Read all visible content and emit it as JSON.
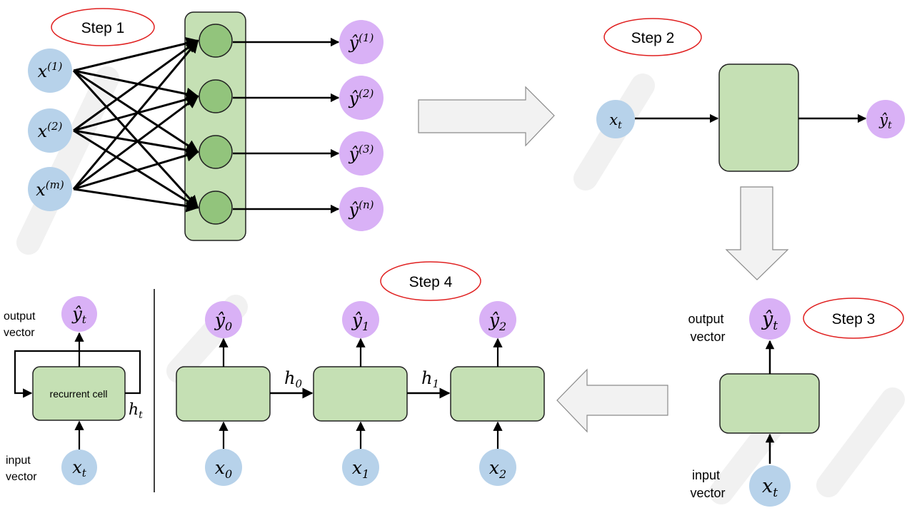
{
  "steps": {
    "step1": "Step 1",
    "step2": "Step 2",
    "step3": "Step 3",
    "step4": "Step 4"
  },
  "step1": {
    "inputs": [
      {
        "base": "x",
        "sup": "(1)"
      },
      {
        "base": "x",
        "sup": "(2)"
      },
      {
        "base": "x",
        "sup": "(m)"
      }
    ],
    "outputs": [
      {
        "base": "ŷ",
        "sup": "(1)"
      },
      {
        "base": "ŷ",
        "sup": "(2)"
      },
      {
        "base": "ŷ",
        "sup": "(3)"
      },
      {
        "base": "ŷ",
        "sup": "(n)"
      }
    ]
  },
  "step2": {
    "input": {
      "base": "x",
      "sub": "t"
    },
    "output": {
      "base": "ŷ",
      "sub": "t"
    }
  },
  "step3": {
    "output_label": [
      "output",
      "vector"
    ],
    "input_label": [
      "input",
      "vector"
    ],
    "output": {
      "base": "ŷ",
      "sub": "t"
    },
    "input": {
      "base": "x",
      "sub": "t"
    }
  },
  "step4": {
    "output_label": [
      "output",
      "vector"
    ],
    "input_label": [
      "input",
      "vector"
    ],
    "cell_label": "recurrent cell",
    "rolled": {
      "output": {
        "base": "ŷ",
        "sub": "t"
      },
      "input": {
        "base": "x",
        "sub": "t"
      },
      "hidden": {
        "base": "h",
        "sub": "t"
      }
    },
    "unrolled": [
      {
        "output": {
          "base": "ŷ",
          "sub": "0"
        },
        "input": {
          "base": "x",
          "sub": "0"
        }
      },
      {
        "output": {
          "base": "ŷ",
          "sub": "1"
        },
        "input": {
          "base": "x",
          "sub": "1"
        }
      },
      {
        "output": {
          "base": "ŷ",
          "sub": "2"
        },
        "input": {
          "base": "x",
          "sub": "2"
        }
      }
    ],
    "hidden": [
      {
        "base": "h",
        "sub": "0"
      },
      {
        "base": "h",
        "sub": "1"
      }
    ]
  },
  "colors": {
    "green_fill": "#c5e0b4",
    "green_node": "#92c47c",
    "blue": "#b7d2ea",
    "purple": "#d9b1f6",
    "step_ellipse": "#e02020",
    "big_arrow_fill": "#f2f2f2",
    "big_arrow_stroke": "#8a8a8a",
    "watermark": "#f1f1f1"
  }
}
